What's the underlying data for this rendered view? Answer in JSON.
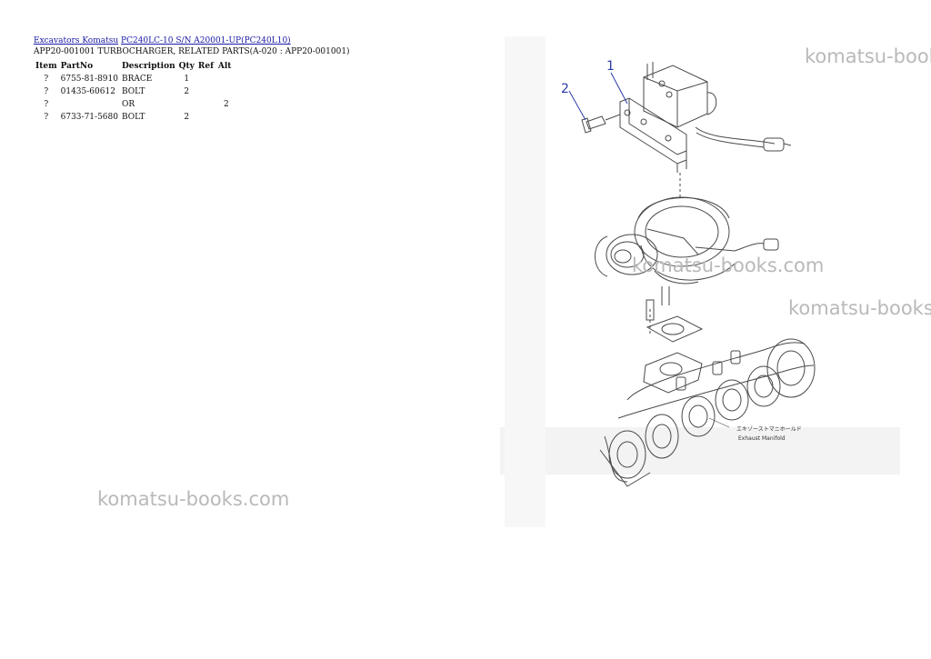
{
  "breadcrumb": {
    "link1": "Excavators Komatsu",
    "link2": "PC240LC-10 S/N A20001-UP(PC240L10)"
  },
  "subtitle": "APP20-001001 TURBOCHARGER, RELATED PARTS(A-020 : APP20-001001)",
  "table": {
    "headers": [
      "Item",
      "PartNo",
      "Description",
      "Qty",
      "Ref",
      "Alt"
    ],
    "rows": [
      {
        "item": "?",
        "partno": "6755-81-8910",
        "description": "BRACE",
        "qty": "1",
        "ref": "",
        "alt": ""
      },
      {
        "item": "?",
        "partno": "01435-60612",
        "description": "BOLT",
        "qty": "2",
        "ref": "",
        "alt": ""
      },
      {
        "item": "?",
        "partno": "",
        "description": "OR",
        "qty": "",
        "ref": "",
        "alt": "2"
      },
      {
        "item": "?",
        "partno": "6733-71-5680",
        "description": "BOLT",
        "qty": "2",
        "ref": "",
        "alt": ""
      }
    ]
  },
  "drawing": {
    "callout_1": "1",
    "callout_2": "2",
    "caption_jp": "エキゾーストマニホールド",
    "caption_en": "Exhaust Manifold",
    "callout_color": "#2a3aa8"
  },
  "watermarks": [
    "komatsu-books.com",
    "komatsu-books.com",
    "komatsu-books.com",
    "komatsu-books.com"
  ]
}
